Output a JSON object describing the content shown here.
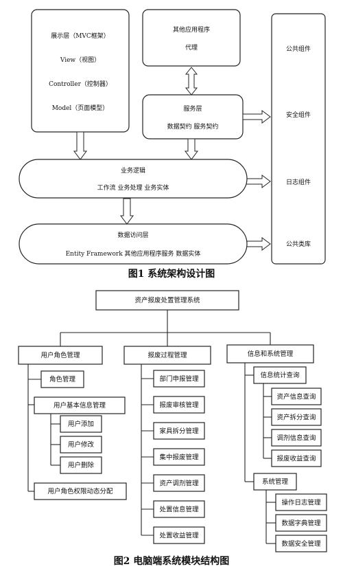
{
  "figure1": {
    "caption": "图1    系统架构设计图",
    "presentation": {
      "title": "展示层（MVC框架）",
      "view": "View（视图）",
      "controller": "Controller（控制器）",
      "model": "Model（页面模型）"
    },
    "other_apps": {
      "line1": "其他应用程序",
      "line2": "代理"
    },
    "service_layer": {
      "title": "服务层",
      "sub": "数据契约  服务契约"
    },
    "business_logic": {
      "title": "业务逻辑",
      "sub": "工作流  业务处理  业务实体"
    },
    "data_access": {
      "title": "数据访问层",
      "sub": "Entity Framework  其他应用程序服务  数据实体"
    },
    "components": [
      "公共组件",
      "安全组件",
      "日志组件",
      "公共类库"
    ]
  },
  "figure2": {
    "caption": "图2    电脑端系统模块结构图",
    "root": "资产报废处置管理系统",
    "user_role": {
      "title": "用户角色管理",
      "role_mgmt": "角色管理",
      "basic_info": "用户基本信息管理",
      "add": "用户添加",
      "edit": "用户修改",
      "delete": "用户删除",
      "permission": "用户角色权限动态分配"
    },
    "scrap_process": {
      "title": "报废过程管理",
      "items": [
        "部门申报管理",
        "报废审核管理",
        "家具拆分管理",
        "集中报废管理",
        "资产调剂管理",
        "处置信息管理",
        "处置收益管理"
      ]
    },
    "info_system": {
      "title": "信息和系统管理",
      "stats": "信息统计查询",
      "stats_items": [
        "资产信息查询",
        "资产拆分查询",
        "调剂信息查询",
        "报废收益查询"
      ],
      "sys": "系统管理",
      "sys_items": [
        "操作日志管理",
        "数据字典管理",
        "数据安全管理"
      ]
    }
  }
}
